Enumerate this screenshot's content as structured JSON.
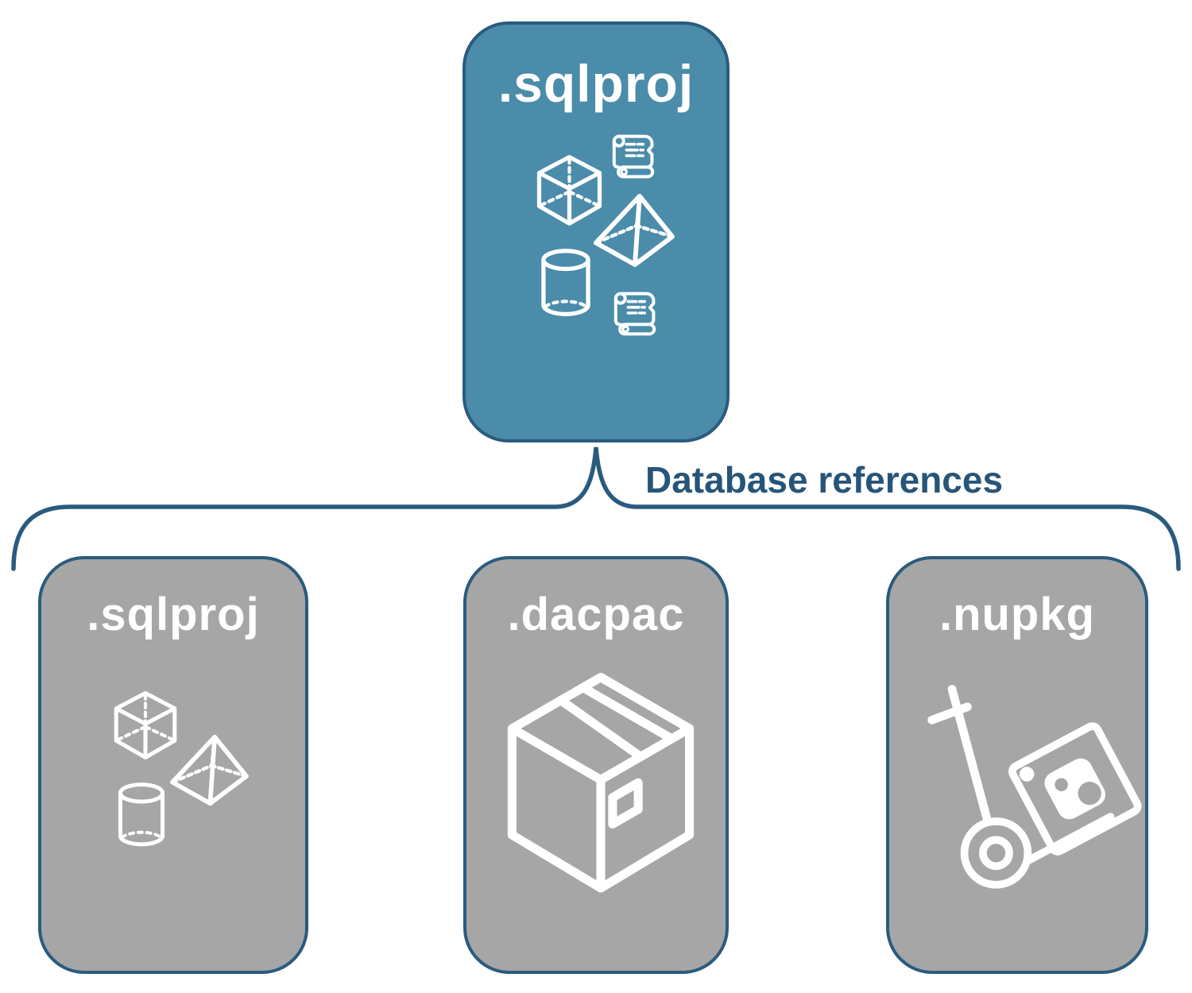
{
  "diagram": {
    "type": "hierarchy",
    "connector": {
      "label": "Database references"
    },
    "colors": {
      "background": "#FFFFFF",
      "primary_card_fill": "#4A8CAA",
      "secondary_card_fill": "#A6A6A6",
      "card_border": "#2A5B7E",
      "connector_stroke": "#2A5B7E",
      "connector_label_color": "#275579",
      "card_label_color": "#FFFFFF",
      "icon_stroke": "#FFFFFF"
    },
    "root_card": {
      "label": ".sqlproj",
      "icons": [
        "cube-icon",
        "scroll-icon",
        "pyramid-icon",
        "cylinder-icon",
        "scroll-icon"
      ]
    },
    "referenced_cards": [
      {
        "label": ".sqlproj",
        "icons": [
          "cube-icon",
          "pyramid-icon",
          "cylinder-icon"
        ]
      },
      {
        "label": ".dacpac",
        "icons": [
          "package-box-icon"
        ]
      },
      {
        "label": ".nupkg",
        "icons": [
          "hand-truck-icon",
          "nuget-package-icon"
        ]
      }
    ]
  }
}
